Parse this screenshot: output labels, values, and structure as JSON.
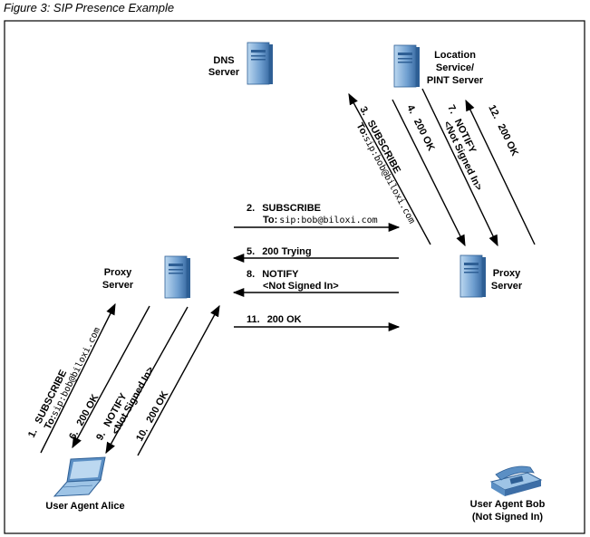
{
  "caption": "Figure 3: SIP Presence Example",
  "colors": {
    "server_light": "#9ec4e6",
    "server_mid": "#5b8fc4",
    "server_dark": "#2e5f95",
    "line": "#000000"
  },
  "nodes": {
    "dns": {
      "label1": "DNS",
      "label2": "Server",
      "icon": "server-icon"
    },
    "location": {
      "label1": "Location",
      "label2": "Service/",
      "label3": "PINT Server",
      "icon": "server-icon"
    },
    "proxy_left": {
      "label1": "Proxy",
      "label2": "Server",
      "icon": "server-icon"
    },
    "proxy_right": {
      "label1": "Proxy",
      "label2": "Server",
      "icon": "server-icon"
    },
    "alice": {
      "label": "User Agent Alice",
      "icon": "laptop-icon"
    },
    "bob": {
      "label1": "User Agent Bob",
      "label2": "(Not Signed In)",
      "icon": "phone-icon"
    }
  },
  "messages": {
    "m1": {
      "num": "1.",
      "text": "SUBSCRIBE",
      "to_prefix": "To:",
      "uri": "sip:bob@biloxi.com"
    },
    "m2": {
      "num": "2.",
      "text": "SUBSCRIBE",
      "to_prefix": "To:",
      "uri": "sip:bob@biloxi.com"
    },
    "m3": {
      "num": "3.",
      "text": "SUBSCRIBE",
      "to_prefix": "To:",
      "uri": "sip:bob@biloxi.com"
    },
    "m4": {
      "num": "4.",
      "text": "200 OK"
    },
    "m5": {
      "num": "5.",
      "text": "200 Trying"
    },
    "m6": {
      "num": "6.",
      "text": "200 OK"
    },
    "m7": {
      "num": "7.",
      "text": "NOTIFY",
      "sub": "<Not Signed In>"
    },
    "m8": {
      "num": "8.",
      "text": "NOTIFY",
      "sub": "<Not Signed In>"
    },
    "m9": {
      "num": "9.",
      "text": "NOTIFY",
      "sub": "<Not Signed In>"
    },
    "m10": {
      "num": "10.",
      "text": "200 OK"
    },
    "m11": {
      "num": "11.",
      "text": "200 OK"
    },
    "m12": {
      "num": "12.",
      "text": "200 OK"
    }
  }
}
